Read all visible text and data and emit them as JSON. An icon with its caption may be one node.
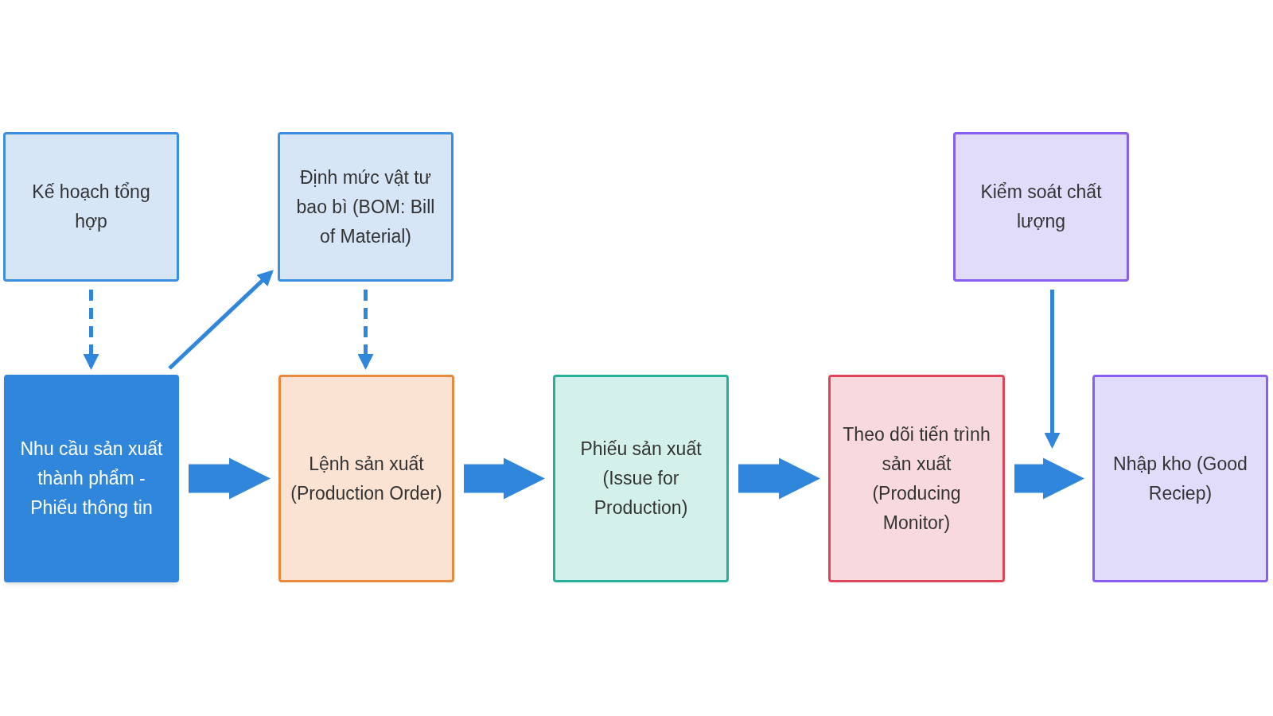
{
  "diagram": {
    "nodes": [
      {
        "text": [
          "Kế hoạch tổng hợp"
        ]
      },
      {
        "text": [
          "Định mức vật tư bao bì (BOM: Bill of Material)"
        ]
      },
      {
        "text": [
          "Kiểm soát chất lượng"
        ]
      },
      {
        "text": [
          "Nhu cầu sản xuất thành phẩm - Phiếu thông tin"
        ]
      },
      {
        "text": [
          "Lệnh sản xuất (Production Order)"
        ]
      },
      {
        "text": [
          "Phiếu sản xuất (Issue for Production)"
        ]
      },
      {
        "text": [
          "Theo dõi tiến trình sản xuất (Producing Monitor)"
        ]
      },
      {
        "text": [
          "Nhập kho (Good Reciep)"
        ]
      }
    ],
    "edges": [
      {
        "from": 0,
        "to": 3,
        "arrow": "to",
        "style": "dashed"
      },
      {
        "from": 3,
        "to": 1,
        "arrow": "to"
      },
      {
        "from": 1,
        "to": 4,
        "arrow": "to",
        "style": "dashed"
      },
      {
        "from": 2,
        "to": null,
        "arrow": "to"
      },
      {
        "from": 3,
        "to": 4,
        "arrow": "to",
        "style": "thick"
      },
      {
        "from": 4,
        "to": 5,
        "arrow": "to",
        "style": "thick"
      },
      {
        "from": 5,
        "to": 6,
        "arrow": "to",
        "style": "thick"
      },
      {
        "from": 6,
        "to": 7,
        "arrow": "to",
        "style": "thick"
      }
    ]
  }
}
